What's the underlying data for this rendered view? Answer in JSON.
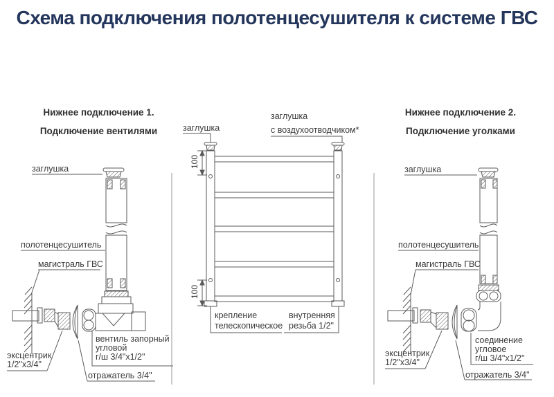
{
  "title": "Схема подключения полотенцесушителя к системе ГВС",
  "sections": {
    "left": {
      "heading_line1": "Нижнее подключение 1.",
      "heading_line2": "Подключение вентилями",
      "labels": {
        "plug": "заглушка",
        "towel_rail": "полотенцесушитель",
        "main_line": "магистраль ГВС",
        "eccentric_line1": "эксцентрик",
        "eccentric_line2": "1/2\"x3/4\"",
        "valve_line1": "вентиль запорный",
        "valve_line2": "угловой",
        "valve_line3": "г/ш 3/4\"x1/2\"",
        "reflector": "отражатель 3/4\""
      }
    },
    "center": {
      "labels": {
        "plug": "заглушка",
        "air_vent_line1": "заглушка",
        "air_vent_line2": "с воздухоотводчиком*",
        "dim_top": "100",
        "dim_bottom": "100",
        "mount_line1": "крепление",
        "mount_line2": "телескопическое",
        "thread_line1": "внутренняя",
        "thread_line2": "резьба 1/2\""
      }
    },
    "right": {
      "heading_line1": "Нижнее подключение 2.",
      "heading_line2": "Подключение уголками",
      "labels": {
        "plug": "заглушка",
        "towel_rail": "полотенцесушитель",
        "main_line": "магистраль ГВС",
        "eccentric_line1": "эксцентрик",
        "eccentric_line2": "1/2\"x3/4\"",
        "elbow_line1": "соединение",
        "elbow_line2": "угловое",
        "elbow_line3": "г/ш 3/4\"x1/2\"",
        "reflector": "отражатель 3/4\""
      }
    }
  },
  "colors": {
    "title": "#24365c",
    "line_art": "#5a5a5a",
    "label_text": "#3a3a3a"
  }
}
